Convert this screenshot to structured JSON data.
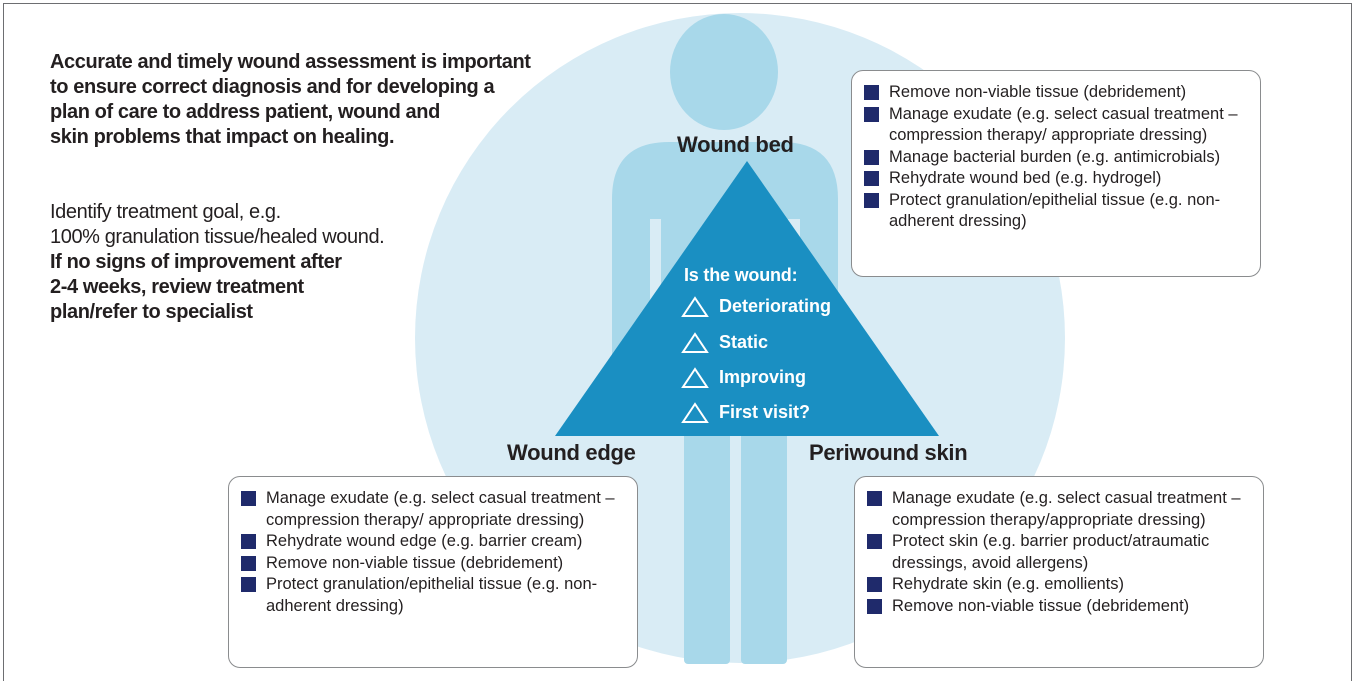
{
  "intro": {
    "paragraph1": [
      "Accurate and timely wound assessment is important",
      "to ensure correct diagnosis and for developing a",
      "plan of care to address patient, wound and",
      "skin problems that impact on healing."
    ],
    "paragraph2": [
      "Identify treatment goal, e.g.",
      "100% granulation tissue/healed wound."
    ],
    "paragraph3": [
      "If no signs of improvement after",
      "2-4 weeks, review treatment",
      "plan/refer to specialist"
    ]
  },
  "triangle": {
    "question": "Is the wound:",
    "options": [
      "Deteriorating",
      "Static",
      "Improving",
      "First visit?"
    ],
    "color": "#1a8fc2"
  },
  "headings": {
    "wound_bed": "Wound bed",
    "wound_edge": "Wound edge",
    "periwound": "Periwound skin"
  },
  "wound_bed_items": [
    "Remove non-viable tissue (debridement)",
    "Manage exudate (e.g. select casual treatment – compression therapy/ appropriate dressing)",
    "Manage bacterial burden (e.g. antimicrobials)",
    "Rehydrate wound bed (e.g. hydrogel)",
    "Protect granulation/epithelial tissue (e.g. non-adherent dressing)"
  ],
  "wound_edge_items": [
    "Manage exudate (e.g. select casual treatment – compression therapy/ appropriate dressing)",
    "Rehydrate wound edge (e.g. barrier cream)",
    "Remove non-viable tissue (debridement)",
    "Protect granulation/epithelial tissue (e.g. non-adherent dressing)"
  ],
  "periwound_items": [
    "Manage exudate (e.g. select casual treatment – compression therapy/appropriate dressing)",
    "Protect skin (e.g. barrier product/atraumatic dressings, avoid allergens)",
    "Rehydrate skin (e.g. emollients)",
    "Remove non-viable tissue (debridement)"
  ],
  "colors": {
    "circle": "#d9ecf5",
    "body": "#a8d8ea",
    "bullet": "#1f2a6b",
    "box_border": "#8a8c8e"
  },
  "icons": {
    "option_icon": "triangle-outline-icon",
    "bullet_icon": "square-bullet-icon",
    "figure": "human-silhouette"
  }
}
